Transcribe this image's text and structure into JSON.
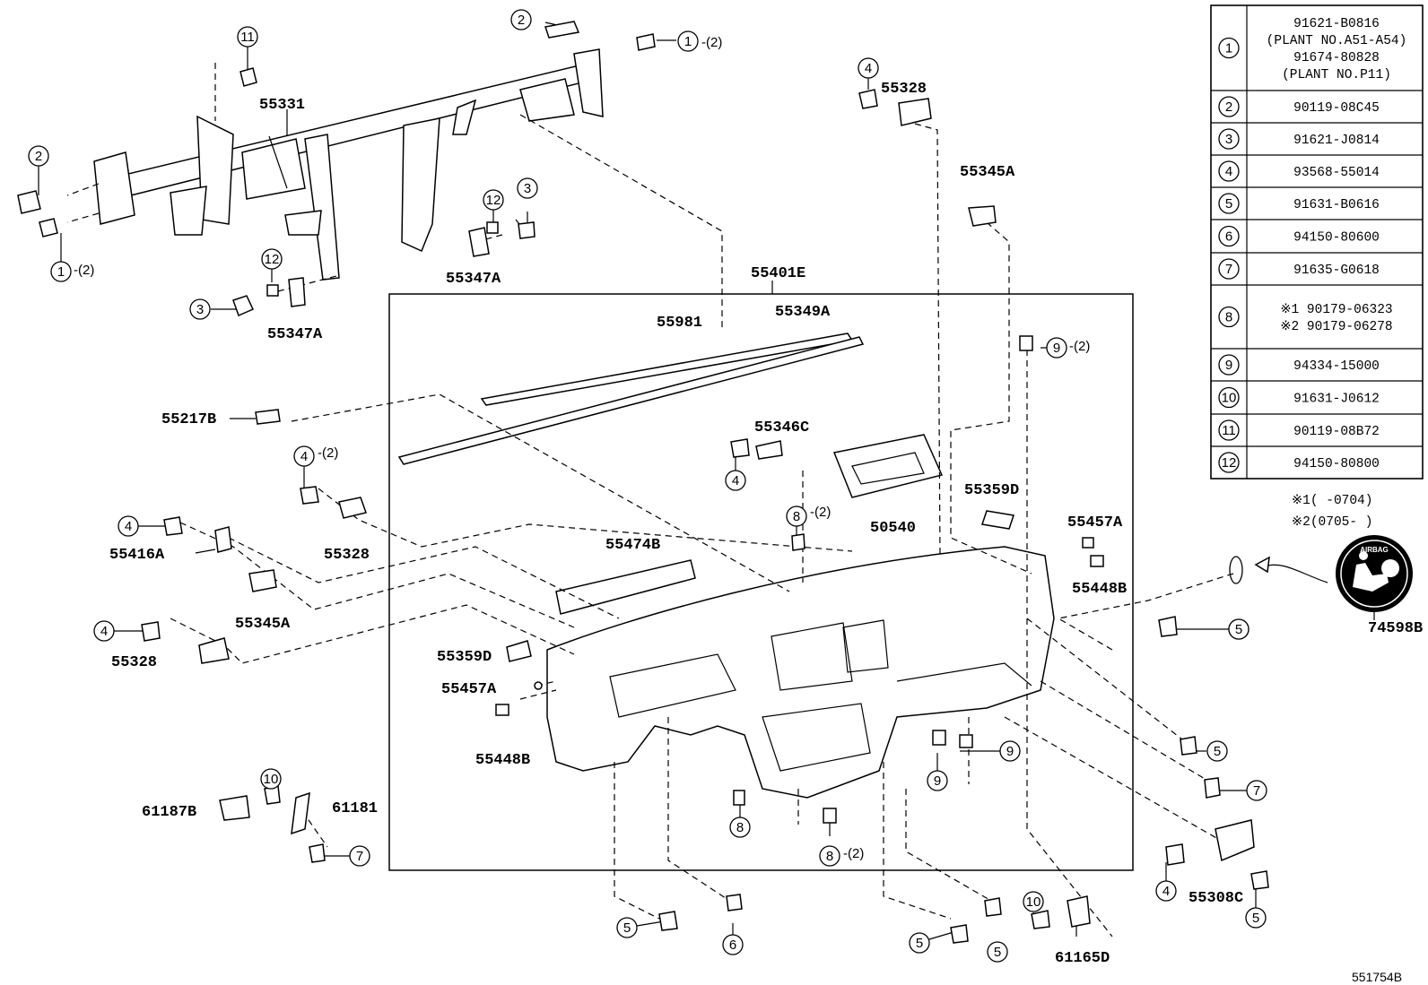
{
  "legend": {
    "rows": [
      {
        "key": "1",
        "lines": [
          "91621-B0816",
          "(PLANT NO.A51-A54)",
          "91674-80828",
          "(PLANT NO.P11)"
        ]
      },
      {
        "key": "2",
        "lines": [
          "90119-08C45"
        ]
      },
      {
        "key": "3",
        "lines": [
          "91621-J0814"
        ]
      },
      {
        "key": "4",
        "lines": [
          "93568-55014"
        ]
      },
      {
        "key": "5",
        "lines": [
          "91631-B0616"
        ]
      },
      {
        "key": "6",
        "lines": [
          "94150-80600"
        ]
      },
      {
        "key": "7",
        "lines": [
          "91635-G0618"
        ]
      },
      {
        "key": "8",
        "lines": [
          "※1 90179-06323",
          "※2 90179-06278"
        ]
      },
      {
        "key": "9",
        "lines": [
          "94334-15000"
        ]
      },
      {
        "key": "10",
        "lines": [
          "91631-J0612"
        ]
      },
      {
        "key": "11",
        "lines": [
          "90119-08B72"
        ]
      },
      {
        "key": "12",
        "lines": [
          "94150-80800"
        ]
      }
    ]
  },
  "notes": {
    "n1": "※1(     -0704)",
    "n2": "※2(0705-     )"
  },
  "airbag_label": "AIRBAG",
  "drawing_code": "551754B",
  "qty_2": "-(2)",
  "parts": {
    "p55331": "55331",
    "p55328a": "55328",
    "p55345a1": "55345A",
    "p55347a1": "55347A",
    "p55347a2": "55347A",
    "p55401e": "55401E",
    "p55981": "55981",
    "p55349a": "55349A",
    "p55217b": "55217B",
    "p55346c": "55346C",
    "p50540": "50540",
    "p55359d1": "55359D",
    "p55457a1": "55457A",
    "p55448b1": "55448B",
    "p55416a": "55416A",
    "p55328b": "55328",
    "p55474b": "55474B",
    "p55345a2": "55345A",
    "p55328c": "55328",
    "p55359d2": "55359D",
    "p55457a2": "55457A",
    "p55448b2": "55448B",
    "p61187b": "61187B",
    "p61181": "61181",
    "p74598b": "74598B",
    "p55308c": "55308C",
    "p61165d": "61165D"
  },
  "callouts": {
    "c1a": "1",
    "c1b": "1",
    "c2a": "2",
    "c2b": "2",
    "c3a": "3",
    "c3b": "3",
    "c4a": "4",
    "c4b": "4",
    "c4c": "4",
    "c4d": "4",
    "c4e": "4",
    "c4f": "4",
    "c5a": "5",
    "c5b": "5",
    "c5c": "5",
    "c5d": "5",
    "c5e": "5",
    "c5f": "5",
    "c5g": "5",
    "c6": "6",
    "c7a": "7",
    "c7b": "7",
    "c8a": "8",
    "c8b": "8",
    "c8c": "8",
    "c9a": "9",
    "c9b": "9",
    "c9c": "9",
    "c10a": "10",
    "c10b": "10",
    "c11": "11",
    "c12a": "12",
    "c12b": "12"
  }
}
